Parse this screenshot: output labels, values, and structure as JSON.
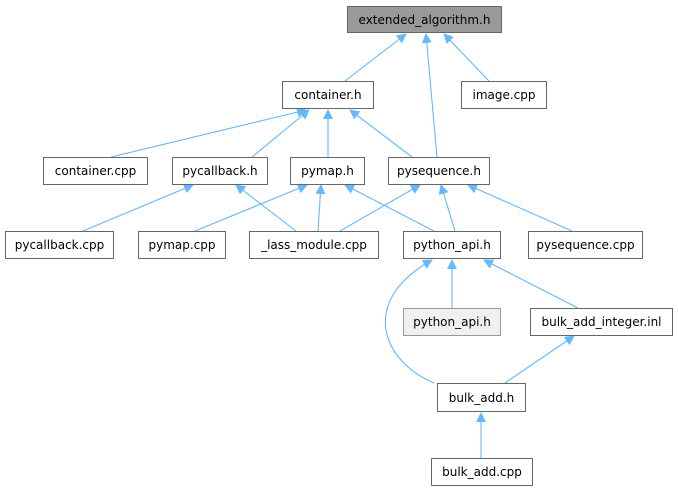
{
  "diagram": {
    "nodes": [
      {
        "id": "extended_algorithm_h",
        "label": "extended_algorithm.h"
      },
      {
        "id": "container_h",
        "label": "container.h"
      },
      {
        "id": "image_cpp",
        "label": "image.cpp"
      },
      {
        "id": "container_cpp",
        "label": "container.cpp"
      },
      {
        "id": "pycallback_h",
        "label": "pycallback.h"
      },
      {
        "id": "pymap_h",
        "label": "pymap.h"
      },
      {
        "id": "pysequence_h",
        "label": "pysequence.h"
      },
      {
        "id": "pycallback_cpp",
        "label": "pycallback.cpp"
      },
      {
        "id": "pymap_cpp",
        "label": "pymap.cpp"
      },
      {
        "id": "lass_module_cpp",
        "label": "_lass_module.cpp"
      },
      {
        "id": "python_api_h",
        "label": "python_api.h"
      },
      {
        "id": "pysequence_cpp",
        "label": "pysequence.cpp"
      },
      {
        "id": "python_api_h_2",
        "label": "python_api.h"
      },
      {
        "id": "bulk_add_integer_inl",
        "label": "bulk_add_integer.inl"
      },
      {
        "id": "bulk_add_h",
        "label": "bulk_add.h"
      },
      {
        "id": "bulk_add_cpp",
        "label": "bulk_add.cpp"
      }
    ],
    "edges": [
      {
        "from": "container_h",
        "to": "extended_algorithm_h"
      },
      {
        "from": "image_cpp",
        "to": "extended_algorithm_h"
      },
      {
        "from": "pysequence_h",
        "to": "extended_algorithm_h"
      },
      {
        "from": "container_cpp",
        "to": "container_h"
      },
      {
        "from": "pycallback_h",
        "to": "container_h"
      },
      {
        "from": "pymap_h",
        "to": "container_h"
      },
      {
        "from": "pysequence_h",
        "to": "container_h"
      },
      {
        "from": "pycallback_cpp",
        "to": "pycallback_h"
      },
      {
        "from": "lass_module_cpp",
        "to": "pycallback_h"
      },
      {
        "from": "pymap_cpp",
        "to": "pymap_h"
      },
      {
        "from": "lass_module_cpp",
        "to": "pymap_h"
      },
      {
        "from": "python_api_h",
        "to": "pymap_h"
      },
      {
        "from": "lass_module_cpp",
        "to": "pysequence_h"
      },
      {
        "from": "python_api_h",
        "to": "pysequence_h"
      },
      {
        "from": "pysequence_cpp",
        "to": "pysequence_h"
      },
      {
        "from": "python_api_h_2",
        "to": "python_api_h"
      },
      {
        "from": "bulk_add_integer_inl",
        "to": "python_api_h"
      },
      {
        "from": "bulk_add_h",
        "to": "python_api_h"
      },
      {
        "from": "bulk_add_h",
        "to": "bulk_add_integer_inl"
      },
      {
        "from": "bulk_add_cpp",
        "to": "bulk_add_h"
      }
    ],
    "colors": {
      "edge": "#63b8ff",
      "root_fill": "#999999",
      "node_border": "#666666",
      "shaded_fill": "#f0f0f0"
    }
  }
}
